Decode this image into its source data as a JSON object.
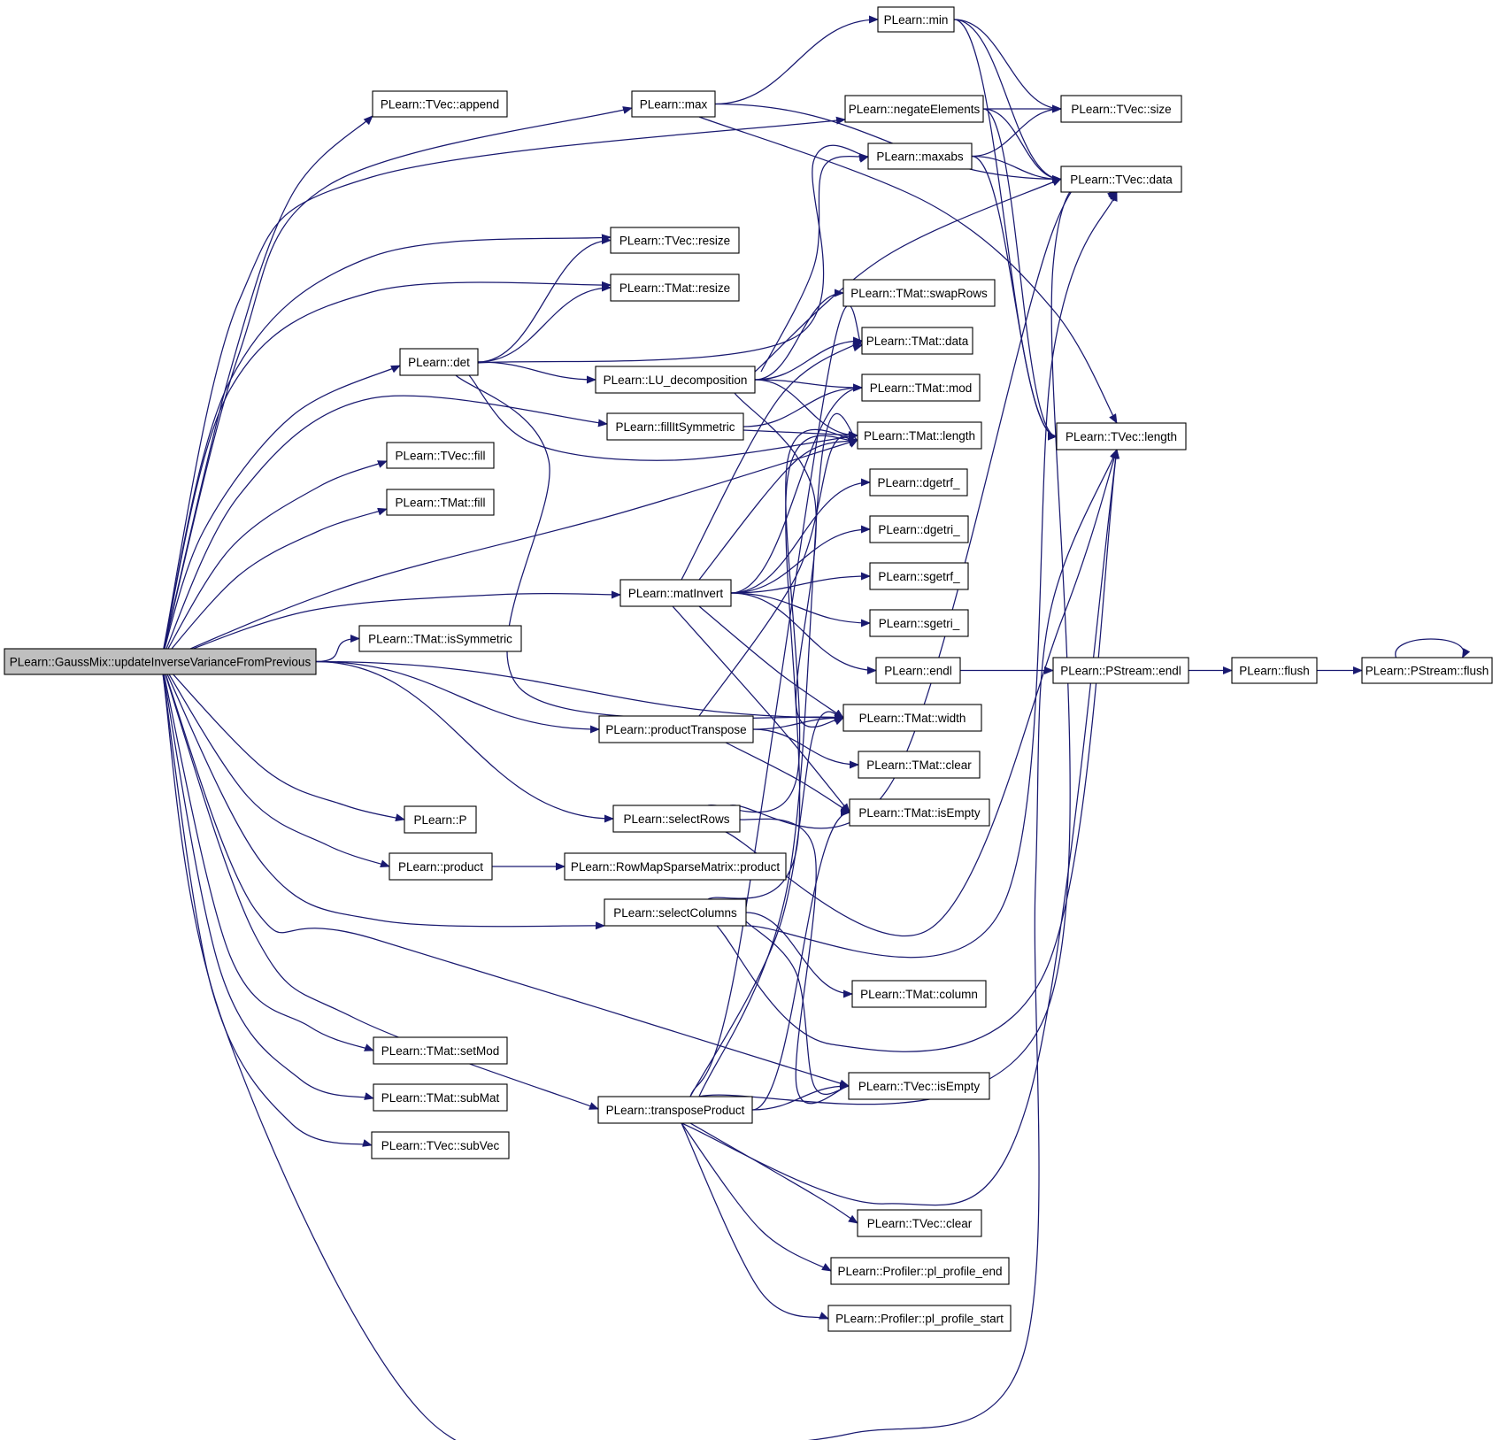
{
  "graph": {
    "colors": {
      "edge": "#191970",
      "root_fill": "#bfbfbf",
      "node_fill": "#ffffff",
      "node_stroke": "#000000"
    },
    "nodes": [
      {
        "id": "root",
        "label": "PLearn::GaussMix::updateInverseVarianceFromPrevious",
        "root": true
      },
      {
        "id": "append",
        "label": "PLearn::TVec::append"
      },
      {
        "id": "max",
        "label": "PLearn::max"
      },
      {
        "id": "min",
        "label": "PLearn::min"
      },
      {
        "id": "negate",
        "label": "PLearn::negateElements"
      },
      {
        "id": "tvsize",
        "label": "PLearn::TVec::size"
      },
      {
        "id": "maxabs",
        "label": "PLearn::maxabs"
      },
      {
        "id": "tvdata",
        "label": "PLearn::TVec::data"
      },
      {
        "id": "tvresize",
        "label": "PLearn::TVec::resize"
      },
      {
        "id": "tmresize",
        "label": "PLearn::TMat::resize"
      },
      {
        "id": "swaprows",
        "label": "PLearn::TMat::swapRows"
      },
      {
        "id": "tmdata",
        "label": "PLearn::TMat::data"
      },
      {
        "id": "det",
        "label": "PLearn::det"
      },
      {
        "id": "lu",
        "label": "PLearn::LU_decomposition"
      },
      {
        "id": "tmmod",
        "label": "PLearn::TMat::mod"
      },
      {
        "id": "fillsym",
        "label": "PLearn::fillItSymmetric"
      },
      {
        "id": "tmlength",
        "label": "PLearn::TMat::length"
      },
      {
        "id": "tvlength",
        "label": "PLearn::TVec::length"
      },
      {
        "id": "tvfill",
        "label": "PLearn::TVec::fill"
      },
      {
        "id": "dgetrf",
        "label": "PLearn::dgetrf_"
      },
      {
        "id": "tmfill",
        "label": "PLearn::TMat::fill"
      },
      {
        "id": "dgetri",
        "label": "PLearn::dgetri_"
      },
      {
        "id": "sgetrf",
        "label": "PLearn::sgetrf_"
      },
      {
        "id": "matinv",
        "label": "PLearn::matInvert"
      },
      {
        "id": "sgetri",
        "label": "PLearn::sgetri_"
      },
      {
        "id": "issym",
        "label": "PLearn::TMat::isSymmetric"
      },
      {
        "id": "endl",
        "label": "PLearn::endl"
      },
      {
        "id": "psendl",
        "label": "PLearn::PStream::endl"
      },
      {
        "id": "flush",
        "label": "PLearn::flush"
      },
      {
        "id": "psflush",
        "label": "PLearn::PStream::flush"
      },
      {
        "id": "tmwidth",
        "label": "PLearn::TMat::width"
      },
      {
        "id": "prodT",
        "label": "PLearn::productTranspose"
      },
      {
        "id": "tmclear",
        "label": "PLearn::TMat::clear"
      },
      {
        "id": "P",
        "label": "PLearn::P"
      },
      {
        "id": "selrows",
        "label": "PLearn::selectRows"
      },
      {
        "id": "tmisempty",
        "label": "PLearn::TMat::isEmpty"
      },
      {
        "id": "product",
        "label": "PLearn::product"
      },
      {
        "id": "rmsprod",
        "label": "PLearn::RowMapSparseMatrix::product"
      },
      {
        "id": "selcols",
        "label": "PLearn::selectColumns"
      },
      {
        "id": "tmcolumn",
        "label": "PLearn::TMat::column"
      },
      {
        "id": "setmod",
        "label": "PLearn::TMat::setMod"
      },
      {
        "id": "tvisempty",
        "label": "PLearn::TVec::isEmpty"
      },
      {
        "id": "submat",
        "label": "PLearn::TMat::subMat"
      },
      {
        "id": "transP",
        "label": "PLearn::transposeProduct"
      },
      {
        "id": "subvec",
        "label": "PLearn::TVec::subVec"
      },
      {
        "id": "tvclear",
        "label": "PLearn::TVec::clear"
      },
      {
        "id": "plend",
        "label": "PLearn::Profiler::pl_profile_end"
      },
      {
        "id": "plstart",
        "label": "PLearn::Profiler::pl_profile_start"
      }
    ],
    "edges": [
      [
        "root",
        "append"
      ],
      [
        "root",
        "max"
      ],
      [
        "root",
        "negate"
      ],
      [
        "root",
        "tvresize"
      ],
      [
        "root",
        "tmresize"
      ],
      [
        "root",
        "det"
      ],
      [
        "root",
        "fillsym"
      ],
      [
        "root",
        "tvfill"
      ],
      [
        "root",
        "tmfill"
      ],
      [
        "root",
        "tmlength"
      ],
      [
        "root",
        "matinv"
      ],
      [
        "root",
        "issym"
      ],
      [
        "root",
        "tmwidth"
      ],
      [
        "root",
        "prodT"
      ],
      [
        "root",
        "selrows"
      ],
      [
        "root",
        "P"
      ],
      [
        "root",
        "product"
      ],
      [
        "root",
        "selcols"
      ],
      [
        "root",
        "tvisempty"
      ],
      [
        "root",
        "setmod"
      ],
      [
        "root",
        "submat"
      ],
      [
        "root",
        "transP"
      ],
      [
        "root",
        "subvec"
      ],
      [
        "root",
        "tvlength"
      ],
      [
        "max",
        "min"
      ],
      [
        "max",
        "tvdata"
      ],
      [
        "max",
        "tvlength"
      ],
      [
        "min",
        "tvsize"
      ],
      [
        "min",
        "tvdata"
      ],
      [
        "min",
        "tvlength"
      ],
      [
        "negate",
        "tvsize"
      ],
      [
        "negate",
        "tvdata"
      ],
      [
        "negate",
        "tvlength"
      ],
      [
        "maxabs",
        "tvsize"
      ],
      [
        "maxabs",
        "tvdata"
      ],
      [
        "maxabs",
        "tvlength"
      ],
      [
        "det",
        "tvresize"
      ],
      [
        "det",
        "tmresize"
      ],
      [
        "det",
        "maxabs"
      ],
      [
        "det",
        "lu"
      ],
      [
        "det",
        "tmlength"
      ],
      [
        "det",
        "tmwidth"
      ],
      [
        "lu",
        "maxabs"
      ],
      [
        "lu",
        "tvdata"
      ],
      [
        "lu",
        "swaprows"
      ],
      [
        "lu",
        "tmdata"
      ],
      [
        "lu",
        "tmmod"
      ],
      [
        "lu",
        "tmlength"
      ],
      [
        "lu",
        "tmwidth"
      ],
      [
        "fillsym",
        "tmmod"
      ],
      [
        "fillsym",
        "tmlength"
      ],
      [
        "matinv",
        "tmdata"
      ],
      [
        "matinv",
        "tmmod"
      ],
      [
        "matinv",
        "tmlength"
      ],
      [
        "matinv",
        "dgetrf"
      ],
      [
        "matinv",
        "dgetri"
      ],
      [
        "matinv",
        "sgetrf"
      ],
      [
        "matinv",
        "sgetri"
      ],
      [
        "matinv",
        "endl"
      ],
      [
        "matinv",
        "tmwidth"
      ],
      [
        "matinv",
        "tmisempty"
      ],
      [
        "endl",
        "psendl"
      ],
      [
        "psendl",
        "flush"
      ],
      [
        "flush",
        "psflush"
      ],
      [
        "psflush",
        "psflush"
      ],
      [
        "prodT",
        "tmwidth"
      ],
      [
        "prodT",
        "tmclear"
      ],
      [
        "prodT",
        "tmisempty"
      ],
      [
        "prodT",
        "tmlength"
      ],
      [
        "selrows",
        "tmlength"
      ],
      [
        "selrows",
        "tvdata"
      ],
      [
        "selrows",
        "tvlength"
      ],
      [
        "selrows",
        "tvisempty"
      ],
      [
        "product",
        "rmsprod"
      ],
      [
        "selcols",
        "tmlength"
      ],
      [
        "selcols",
        "tvdata"
      ],
      [
        "selcols",
        "tmcolumn"
      ],
      [
        "selcols",
        "tvisempty"
      ],
      [
        "selcols",
        "tvlength"
      ],
      [
        "transP",
        "tmdata"
      ],
      [
        "transP",
        "tmwidth"
      ],
      [
        "transP",
        "tmlength"
      ],
      [
        "transP",
        "tmisempty"
      ],
      [
        "transP",
        "tvisempty"
      ],
      [
        "transP",
        "tvdata"
      ],
      [
        "transP",
        "tvlength"
      ],
      [
        "transP",
        "tvclear"
      ],
      [
        "transP",
        "plend"
      ],
      [
        "transP",
        "plstart"
      ]
    ]
  }
}
